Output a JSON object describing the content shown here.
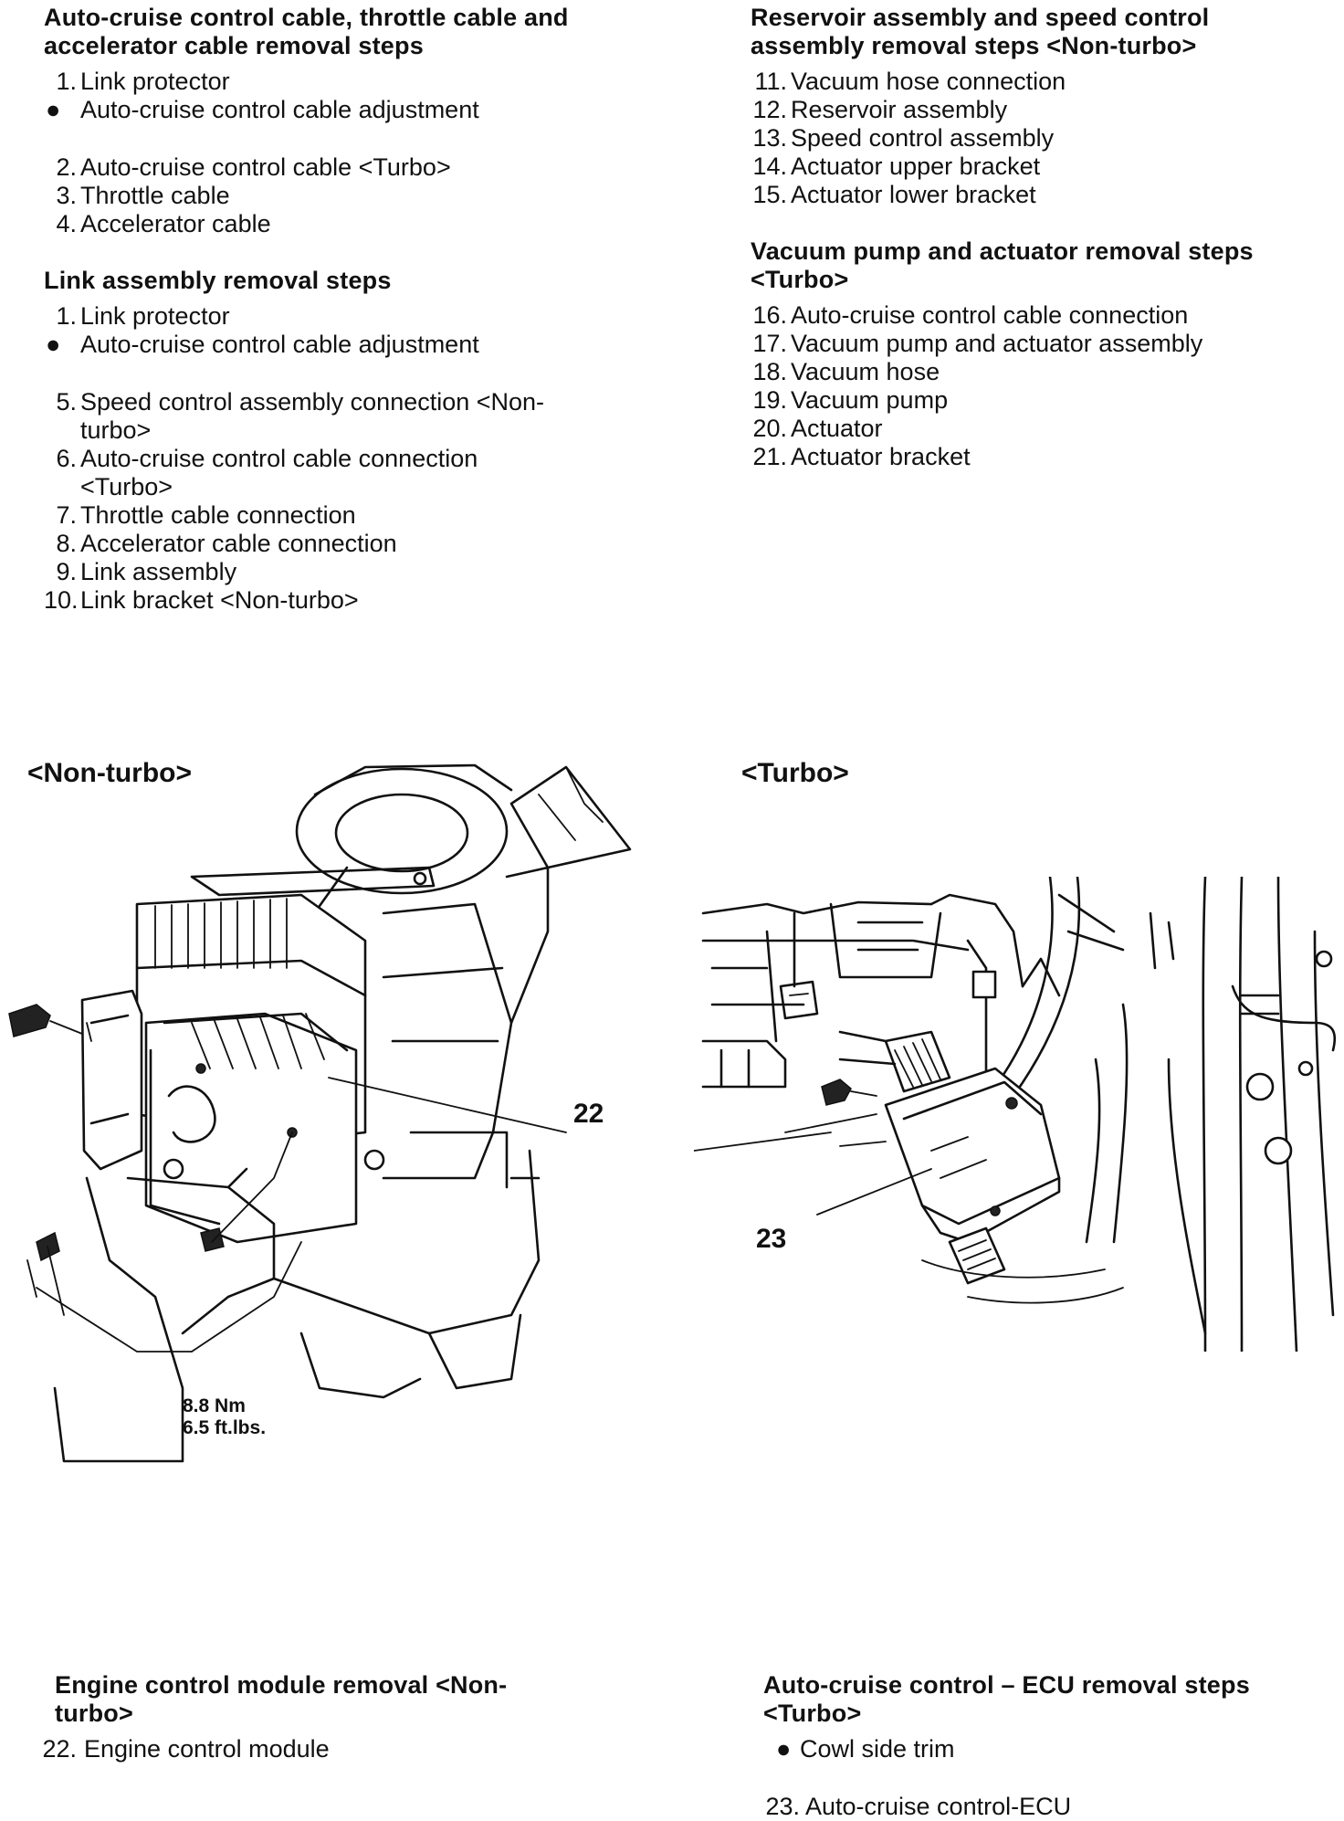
{
  "left_col": {
    "cables": {
      "heading": "Auto-cruise control cable, throttle cable and accelerator cable removal steps",
      "items": [
        {
          "num": "1.",
          "text": "Link protector"
        },
        {
          "num": "●",
          "text": "Auto-cruise control cable adjustment"
        },
        {
          "num": "2.",
          "text": "Auto-cruise control cable <Turbo>"
        },
        {
          "num": "3.",
          "text": "Throttle cable"
        },
        {
          "num": "4.",
          "text": "Accelerator cable"
        }
      ]
    },
    "link": {
      "heading": "Link assembly removal steps",
      "items": [
        {
          "num": "1.",
          "text": "Link protector"
        },
        {
          "num": "●",
          "text": "Auto-cruise control cable adjustment"
        },
        {
          "num": "5.",
          "text": "Speed control assembly connection <Non-\nturbo>"
        },
        {
          "num": "6.",
          "text": "Auto-cruise control cable connection\n<Turbo>"
        },
        {
          "num": "7.",
          "text": "Throttle cable connection"
        },
        {
          "num": "8.",
          "text": "Accelerator cable connection"
        },
        {
          "num": "9.",
          "text": "Link assembly"
        },
        {
          "num": "10.",
          "text": "Link bracket <Non-turbo>"
        }
      ]
    }
  },
  "right_col": {
    "reservoir": {
      "heading": "Reservoir assembly and speed control assembly removal steps <Non-turbo>",
      "items": [
        {
          "num": "11.",
          "text": "Vacuum hose connection"
        },
        {
          "num": "12.",
          "text": "Reservoir assembly"
        },
        {
          "num": "13.",
          "text": "Speed control assembly"
        },
        {
          "num": "14.",
          "text": "Actuator upper bracket"
        },
        {
          "num": "15.",
          "text": "Actuator lower bracket"
        }
      ]
    },
    "vacuum": {
      "heading": "Vacuum pump and actuator removal steps <Turbo>",
      "items": [
        {
          "num": "16.",
          "text": "Auto-cruise control cable connection"
        },
        {
          "num": "17.",
          "text": "Vacuum pump and actuator assembly"
        },
        {
          "num": "18.",
          "text": "Vacuum hose"
        },
        {
          "num": "19.",
          "text": "Vacuum pump"
        },
        {
          "num": "20.",
          "text": "Actuator"
        },
        {
          "num": "21.",
          "text": "Actuator bracket"
        }
      ]
    }
  },
  "figures": {
    "non_turbo_label": "<Non-turbo>",
    "turbo_label": "<Turbo>",
    "callout_22": "22",
    "callout_23": "23",
    "torque_line1": "8.8 Nm",
    "torque_line2": "6.5 ft.lbs."
  },
  "bottom": {
    "ecm": {
      "heading": "Engine control module removal <Non-turbo>",
      "items": [
        {
          "num": "22.",
          "text": "Engine control module"
        }
      ]
    },
    "ecu": {
      "heading": "Auto-cruise control – ECU removal steps <Turbo>",
      "items": [
        {
          "num": "●",
          "text": "Cowl side trim"
        },
        {
          "num": "23.",
          "text": "Auto-cruise control-ECU"
        }
      ]
    }
  }
}
